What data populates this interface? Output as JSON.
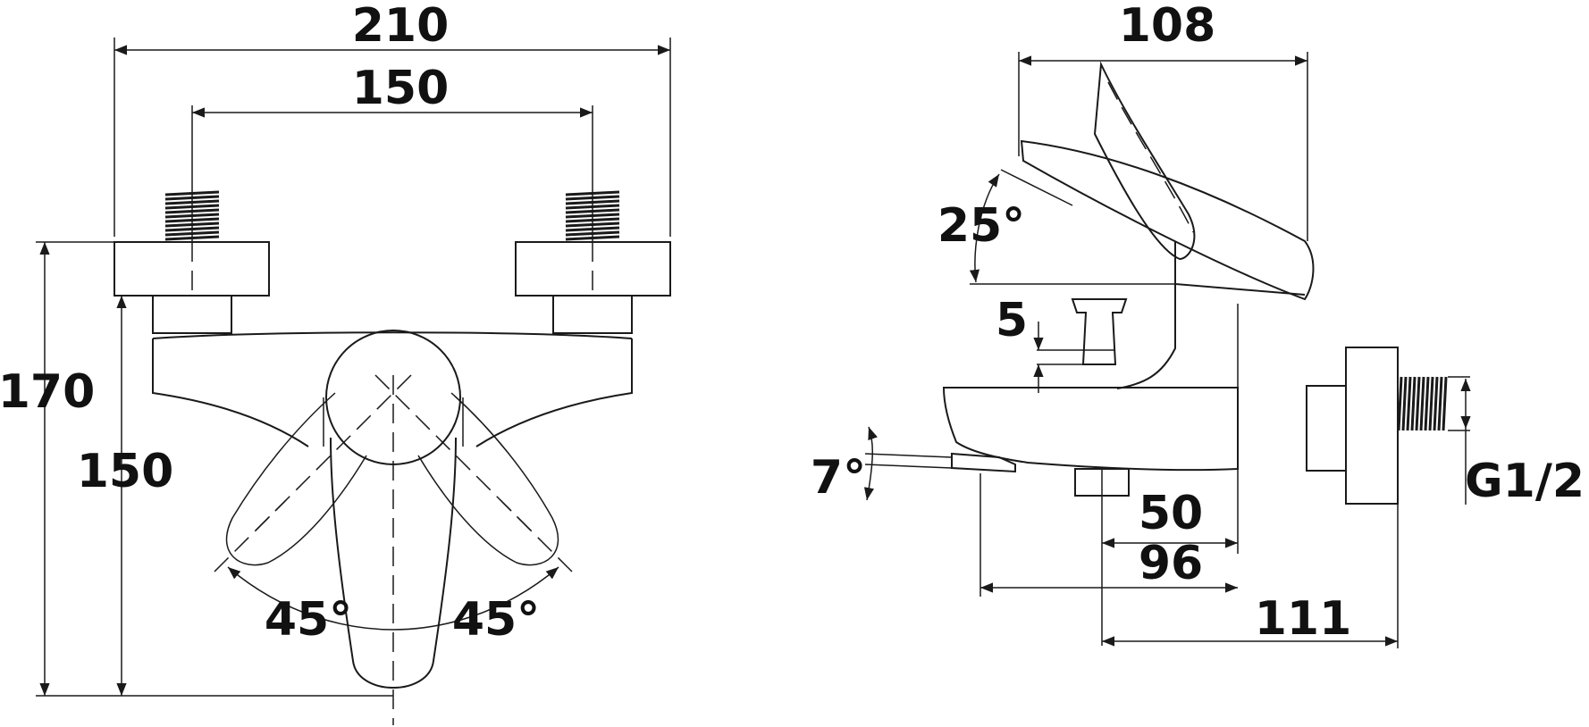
{
  "front_view": {
    "dim_overall_width": "210",
    "dim_inlet_centers": "150",
    "dim_overall_height": "170",
    "dim_spout_height": "150",
    "dim_left_rotation": "45°",
    "dim_right_rotation": "45°"
  },
  "side_view": {
    "dim_lever_reach": "108",
    "dim_lever_tilt": "25°",
    "dim_diverter_travel": "5",
    "dim_spout_angle": "7°",
    "dim_outlet_offset": "50",
    "dim_spout_depth": "96",
    "dim_body_depth": "111",
    "thread_size": "G1/2"
  },
  "colors": {
    "line": "#1a1a1a",
    "background": "#ffffff"
  }
}
